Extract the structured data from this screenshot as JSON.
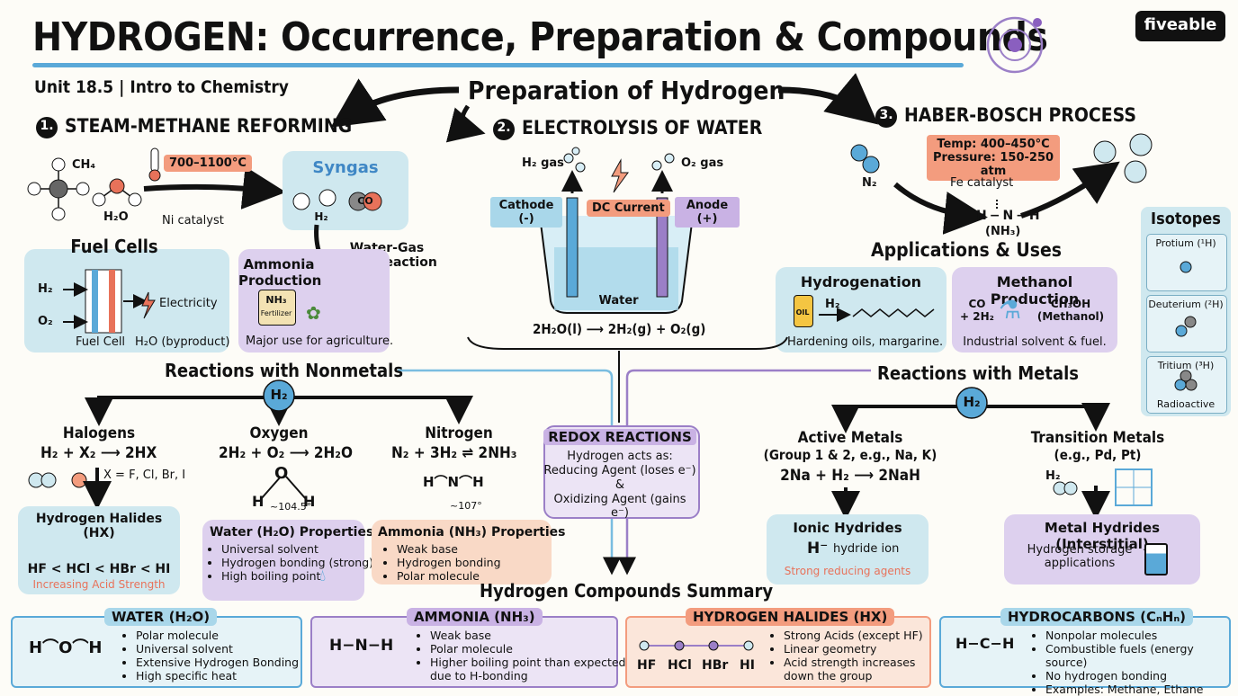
{
  "title": "HYDROGEN: Occurrence, Preparation & Compounds",
  "unit": "Unit 18.5 | Intro to Chemistry",
  "brand": "fiveable",
  "prep_title": "Preparation of Hydrogen",
  "smr": {
    "num": "1.",
    "title": "STEAM-METHANE REFORMING",
    "ch4": "CH₄",
    "h2o": "H₂O",
    "temp": "700–1100°C",
    "catalyst": "Ni catalyst",
    "syngas": "Syngas",
    "syngas_h2": "H₂",
    "co": "CO",
    "wgs": "Water-Gas\nShift Reaction"
  },
  "electrolysis": {
    "num": "2.",
    "title": "ELECTROLYSIS OF WATER",
    "h2gas": "H₂ gas",
    "o2gas": "O₂ gas",
    "cathode": "Cathode (-)",
    "anode": "Anode (+)",
    "dc": "DC Current",
    "water": "Water",
    "eq": "2H₂O(l) ⟶ 2H₂(g) + O₂(g)"
  },
  "haber": {
    "num": "3.",
    "title": "HABER-BOSCH PROCESS",
    "temp": "Temp: 400–450°C",
    "pressure": "Pressure: 150-250 atm",
    "n2": "N₂",
    "catalyst": "Fe catalyst",
    "nh3": "(NH₃)"
  },
  "fuel_cells": {
    "title": "Fuel Cells",
    "h2": "H₂",
    "o2": "O₂",
    "electricity": "Electricity",
    "label": "Fuel Cell",
    "byproduct": "H₂O (byproduct)"
  },
  "ammonia_prod": {
    "title": "Ammonia\nProduction",
    "bag": "NH₃",
    "bag_sub": "Fertilizer",
    "caption": "Major use for agriculture."
  },
  "apps": {
    "title": "Applications & Uses",
    "hydrogenation": "Hydrogenation",
    "hyd_caption": "Hardening oils, margarine.",
    "oil": "OIL",
    "h2": "H₂",
    "methanol": "Methanol Production",
    "meth_in": "CO\n+ 2H₂",
    "meth_out": "CH₃OH\n(Methanol)",
    "meth_caption": "Industrial solvent & fuel."
  },
  "isotopes": {
    "title": "Isotopes",
    "protium": "Protium (¹H)",
    "deuterium": "Deuterium (²H)",
    "tritium": "Tritium (³H)",
    "radioactive": "Radioactive"
  },
  "nonmetals": {
    "title": "Reactions with Nonmetals",
    "h2": "H₂",
    "halogens": {
      "title": "Halogens",
      "eq": "H₂ + X₂ ⟶ 2HX",
      "x": "X = F, Cl, Br, I",
      "box_title": "Hydrogen Halides (HX)",
      "order": "HF < HCl < HBr < HI",
      "trend": "Increasing Acid Strength"
    },
    "oxygen": {
      "title": "Oxygen",
      "eq": "2H₂ + O₂ ⟶ 2H₂O",
      "angle": "~104.5°",
      "box_title": "Water (H₂O) Properties",
      "items": [
        "Universal solvent",
        "Hydrogen bonding (strong)",
        "High boiling point"
      ]
    },
    "nitrogen": {
      "title": "Nitrogen",
      "eq": "N₂ + 3H₂ ⇌ 2NH₃",
      "angle": "~107°",
      "box_title": "Ammonia (NH₃) Properties",
      "items": [
        "Weak base",
        "Hydrogen bonding",
        "Polar molecule"
      ]
    }
  },
  "redox": {
    "title": "REDOX REACTIONS",
    "line1": "Hydrogen acts as:",
    "line2": "Reducing Agent (loses e⁻)",
    "amp": "&",
    "line3": "Oxidizing Agent (gains e⁻)"
  },
  "metals": {
    "title": "Reactions with Metals",
    "h2": "H₂",
    "active": {
      "title": "Active Metals",
      "sub": "(Group 1 & 2, e.g., Na, K)",
      "eq": "2Na + H₂ ⟶ 2NaH",
      "box_title": "Ionic Hydrides",
      "ion": "H⁻",
      "ion_label": "hydride ion",
      "note": "Strong reducing agents"
    },
    "transition": {
      "title": "Transition Metals",
      "sub": "(e.g., Pd, Pt)",
      "h2": "H₂",
      "box_title": "Metal Hydrides (Interstitial)",
      "note": "Hydrogen storage\napplications"
    }
  },
  "summary": {
    "title": "Hydrogen Compounds Summary",
    "water": {
      "title": "WATER (H₂O)",
      "items": [
        "Polar molecule",
        "Universal solvent",
        "Extensive Hydrogen Bonding",
        "High specific heat"
      ]
    },
    "ammonia": {
      "title": "AMMONIA (NH₃)",
      "items": [
        "Weak base",
        "Polar molecule",
        "Higher boiling point than expected due to H-bonding"
      ]
    },
    "halides": {
      "title": "HYDROGEN HALIDES (HX)",
      "labels": [
        "HF",
        "HCl",
        "HBr",
        "HI"
      ],
      "items": [
        "Strong Acids (except HF)",
        "Linear geometry",
        "Acid strength increases down the group"
      ]
    },
    "hydrocarbons": {
      "title": "HYDROCARBONS (CₙHₙ)",
      "items": [
        "Nonpolar molecules",
        "Combustible fuels (energy source)",
        "No hydrogen bonding",
        "Examples: Methane, Ethane"
      ]
    }
  },
  "colors": {
    "blue": "#cfe8ef",
    "purple": "#ddd0ee",
    "peach": "#f9d9c6",
    "red": "#f39c7e",
    "accent_blue": "#5aa9d8"
  }
}
